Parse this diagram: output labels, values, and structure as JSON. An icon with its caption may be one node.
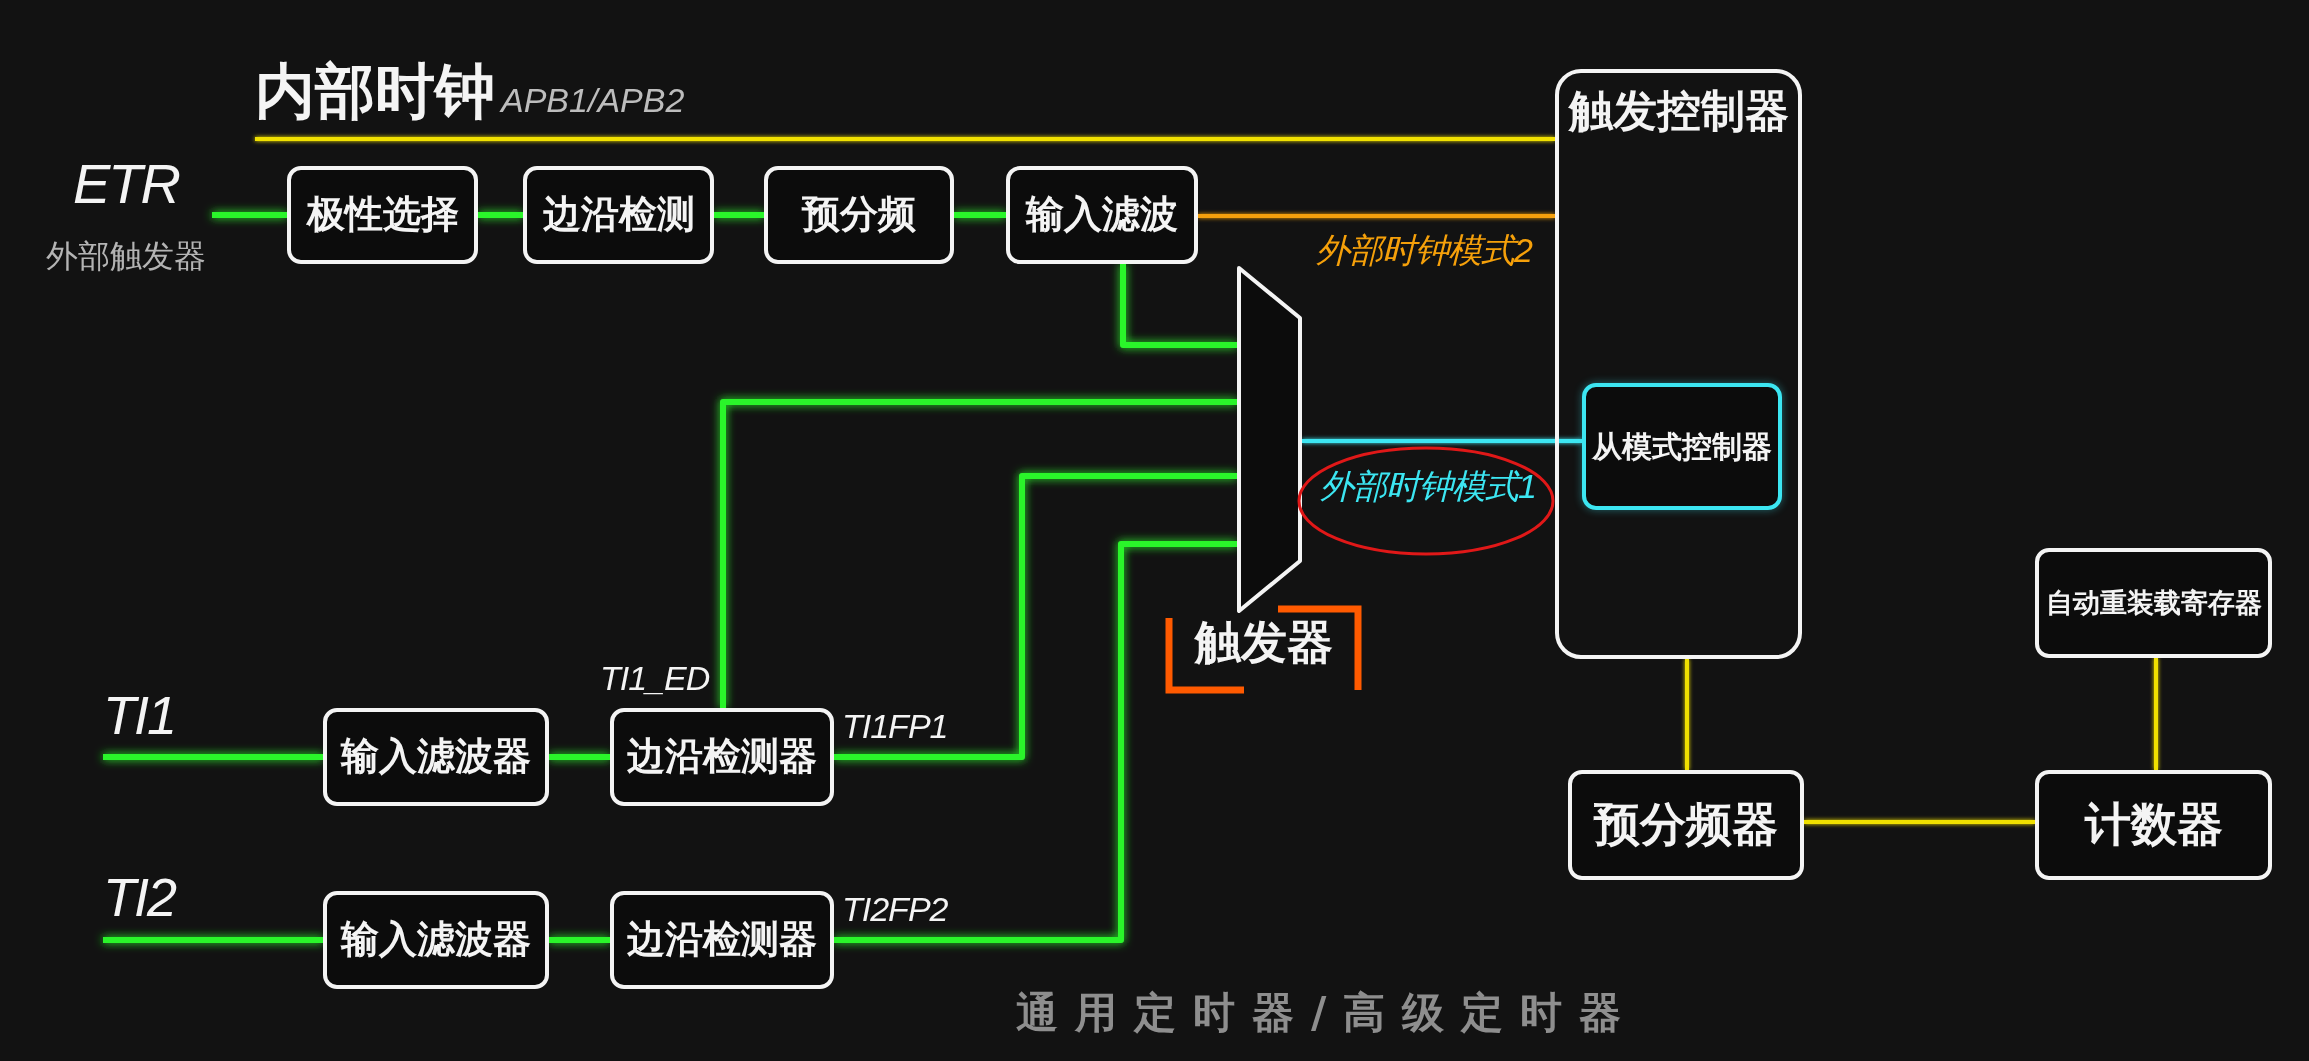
{
  "diagram": {
    "caption": "通用定时器/高级定时器",
    "nodes": [
      {
        "text": [
          "内部时钟",
          "APB1/APB2"
        ]
      },
      {
        "text": [
          "触发控制器"
        ]
      },
      {
        "text": [
          "从模式控制器"
        ],
        "in": 1
      },
      {
        "text": [
          "ETR",
          "外部触发器"
        ]
      },
      {
        "text": [
          "极性选择"
        ]
      },
      {
        "text": [
          "边沿检测"
        ]
      },
      {
        "text": [
          "预分频"
        ]
      },
      {
        "text": [
          "输入滤波"
        ]
      },
      {
        "text": [
          "触发器"
        ]
      },
      {
        "text": [
          "TI1"
        ]
      },
      {
        "text": [
          "输入滤波器"
        ]
      },
      {
        "text": [
          "边沿检测器"
        ]
      },
      {
        "text": [
          "TI2"
        ]
      },
      {
        "text": [
          "输入滤波器"
        ]
      },
      {
        "text": [
          "边沿检测器"
        ]
      },
      {
        "text": [
          "自动重装载寄存器"
        ]
      },
      {
        "text": [
          "预分频器"
        ]
      },
      {
        "text": [
          "计数器"
        ]
      }
    ],
    "edges": [
      {
        "from": 0,
        "to": 1,
        "arrow": "none",
        "color": "#f0e000"
      },
      {
        "from": 3,
        "to": 4,
        "arrow": "none"
      },
      {
        "from": 4,
        "to": 5,
        "arrow": "none"
      },
      {
        "from": 5,
        "to": 6,
        "arrow": "none"
      },
      {
        "from": 6,
        "to": 7,
        "arrow": "none"
      },
      {
        "from": 7,
        "to": 1,
        "arrow": "none",
        "label": "外部时钟模式2",
        "color": "#f5a00a"
      },
      {
        "from": 7,
        "to": 8,
        "arrow": "none"
      },
      {
        "from": 11,
        "to": 8,
        "arrow": "none",
        "label": "TI1_ED"
      },
      {
        "from": 11,
        "to": 8,
        "arrow": "none",
        "label": "TI1FP1"
      },
      {
        "from": 14,
        "to": 8,
        "arrow": "none",
        "label": "TI2FP2"
      },
      {
        "from": 8,
        "to": 2,
        "arrow": "none",
        "label": "外部时钟模式1",
        "color": "#3ce6f2"
      },
      {
        "from": 9,
        "to": 10,
        "arrow": "none"
      },
      {
        "from": 10,
        "to": 11,
        "arrow": "none"
      },
      {
        "from": 12,
        "to": 13,
        "arrow": "none"
      },
      {
        "from": 13,
        "to": 14,
        "arrow": "none"
      },
      {
        "from": 1,
        "to": 16,
        "arrow": "none",
        "color": "#f0e000"
      },
      {
        "from": 16,
        "to": 17,
        "arrow": "none",
        "color": "#f0e000"
      },
      {
        "from": 15,
        "to": 17,
        "arrow": "none",
        "color": "#f0e000"
      }
    ]
  }
}
